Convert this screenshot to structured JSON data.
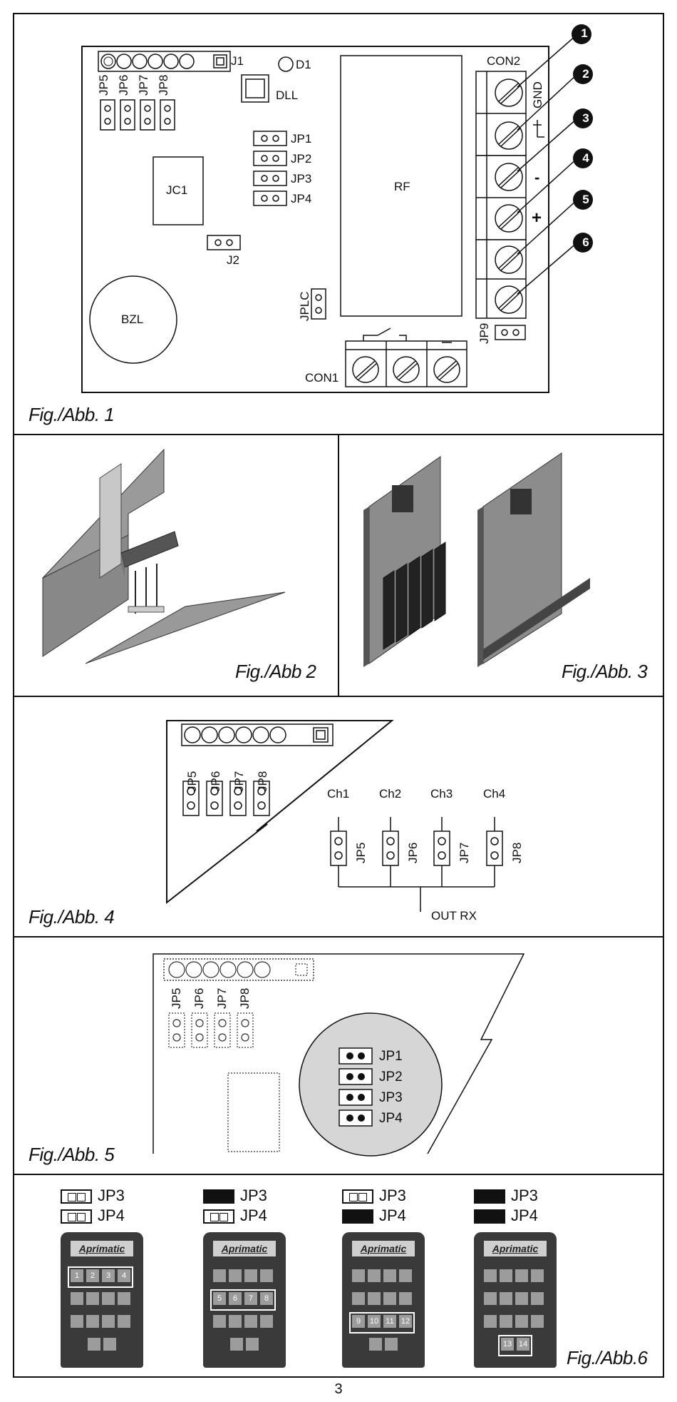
{
  "figures": {
    "fig1": {
      "caption": "Fig./Abb. 1",
      "labels": {
        "j1": "J1",
        "d1": "D1",
        "dll": "DLL",
        "jp5": "JP5",
        "jp6": "JP6",
        "jp7": "JP7",
        "jp8": "JP8",
        "jp1": "JP1",
        "jp2": "JP2",
        "jp3": "JP3",
        "jp4": "JP4",
        "jc1": "JC1",
        "j2": "J2",
        "rf": "RF",
        "bzl": "BZL",
        "jplc": "JPLC",
        "con1": "CON1",
        "con2": "CON2",
        "gnd": "GND",
        "minus": "-",
        "plus": "+",
        "jp9": "JP9"
      },
      "callouts": [
        "1",
        "2",
        "3",
        "4",
        "5",
        "6"
      ]
    },
    "fig2": {
      "caption": "Fig./Abb 2"
    },
    "fig3": {
      "caption": "Fig./Abb. 3"
    },
    "fig4": {
      "caption": "Fig./Abb. 4",
      "labels": {
        "jp5": "JP5",
        "jp6": "JP6",
        "jp7": "JP7",
        "jp8": "JP8",
        "ch1": "Ch1",
        "ch2": "Ch2",
        "ch3": "Ch3",
        "ch4": "Ch4",
        "out_rx": "OUT RX"
      }
    },
    "fig5": {
      "caption": "Fig./Abb. 5",
      "labels": {
        "jp5": "JP5",
        "jp6": "JP6",
        "jp7": "JP7",
        "jp8": "JP8",
        "jp1": "JP1",
        "jp2": "JP2",
        "jp3": "JP3",
        "jp4": "JP4"
      }
    },
    "fig6": {
      "caption": "Fig./Abb.6",
      "brand": "Aprimatic",
      "configs": [
        {
          "jp3": "JP3",
          "jp4": "JP4",
          "jp3_on": false,
          "jp4_on": false,
          "keys": [
            "1",
            "2",
            "3",
            "4"
          ]
        },
        {
          "jp3": "JP3",
          "jp4": "JP4",
          "jp3_on": true,
          "jp4_on": false,
          "keys": [
            "5",
            "6",
            "7",
            "8"
          ]
        },
        {
          "jp3": "JP3",
          "jp4": "JP4",
          "jp3_on": false,
          "jp4_on": true,
          "keys": [
            "9",
            "10",
            "11",
            "12"
          ]
        },
        {
          "jp3": "JP3",
          "jp4": "JP4",
          "jp3_on": true,
          "jp4_on": true,
          "keys": [
            "13",
            "14"
          ]
        }
      ]
    }
  },
  "page_number": "3"
}
